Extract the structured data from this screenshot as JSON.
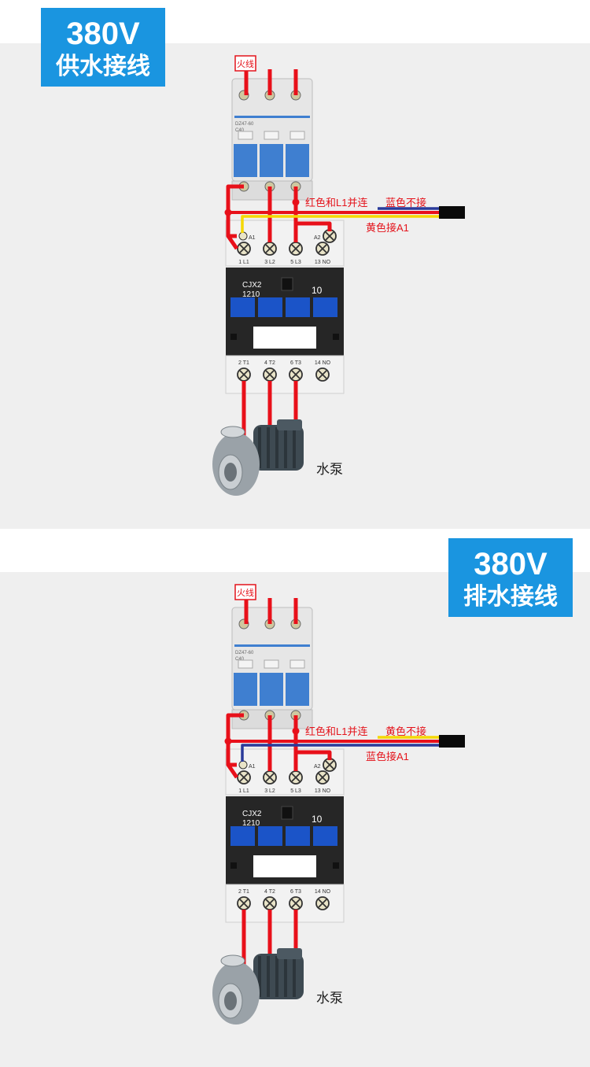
{
  "colors": {
    "badge": "#1a95e0",
    "wire_red": "#e8101a",
    "wire_blue": "#2a3a9a",
    "wire_yellow": "#f5d800",
    "label_red": "#e4141c",
    "breaker_blue": "#3f7fd0",
    "contactor_blue": "#1b54c8"
  },
  "sections": [
    {
      "id": "supply",
      "badge_voltage": "380V",
      "badge_title": "供水接线",
      "live_label": "火线",
      "note_parallel": "红色和L1并连",
      "note_not_connected": "蓝色不接",
      "note_a1": "黄色接A1",
      "a1_wire_color": "yellow",
      "pump_label": "水泵"
    },
    {
      "id": "drain",
      "badge_voltage": "380V",
      "badge_title": "排水接线",
      "live_label": "火线",
      "note_parallel": "红色和L1并连",
      "note_not_connected": "黄色不接",
      "note_a1": "蓝色接A1",
      "a1_wire_color": "blue",
      "pump_label": "水泵"
    }
  ],
  "breaker": {
    "model": "DZ47-60",
    "rating": "C40"
  },
  "contactor": {
    "model": "CJX2",
    "code": "1210",
    "aux": "10",
    "top_terminals": [
      "1 L1",
      "3 L2",
      "5 L3",
      "13 NO"
    ],
    "bottom_terminals": [
      "2 T1",
      "4 T2",
      "6 T3",
      "14 NO"
    ],
    "coil_left": "A1",
    "coil_right": "A2"
  }
}
